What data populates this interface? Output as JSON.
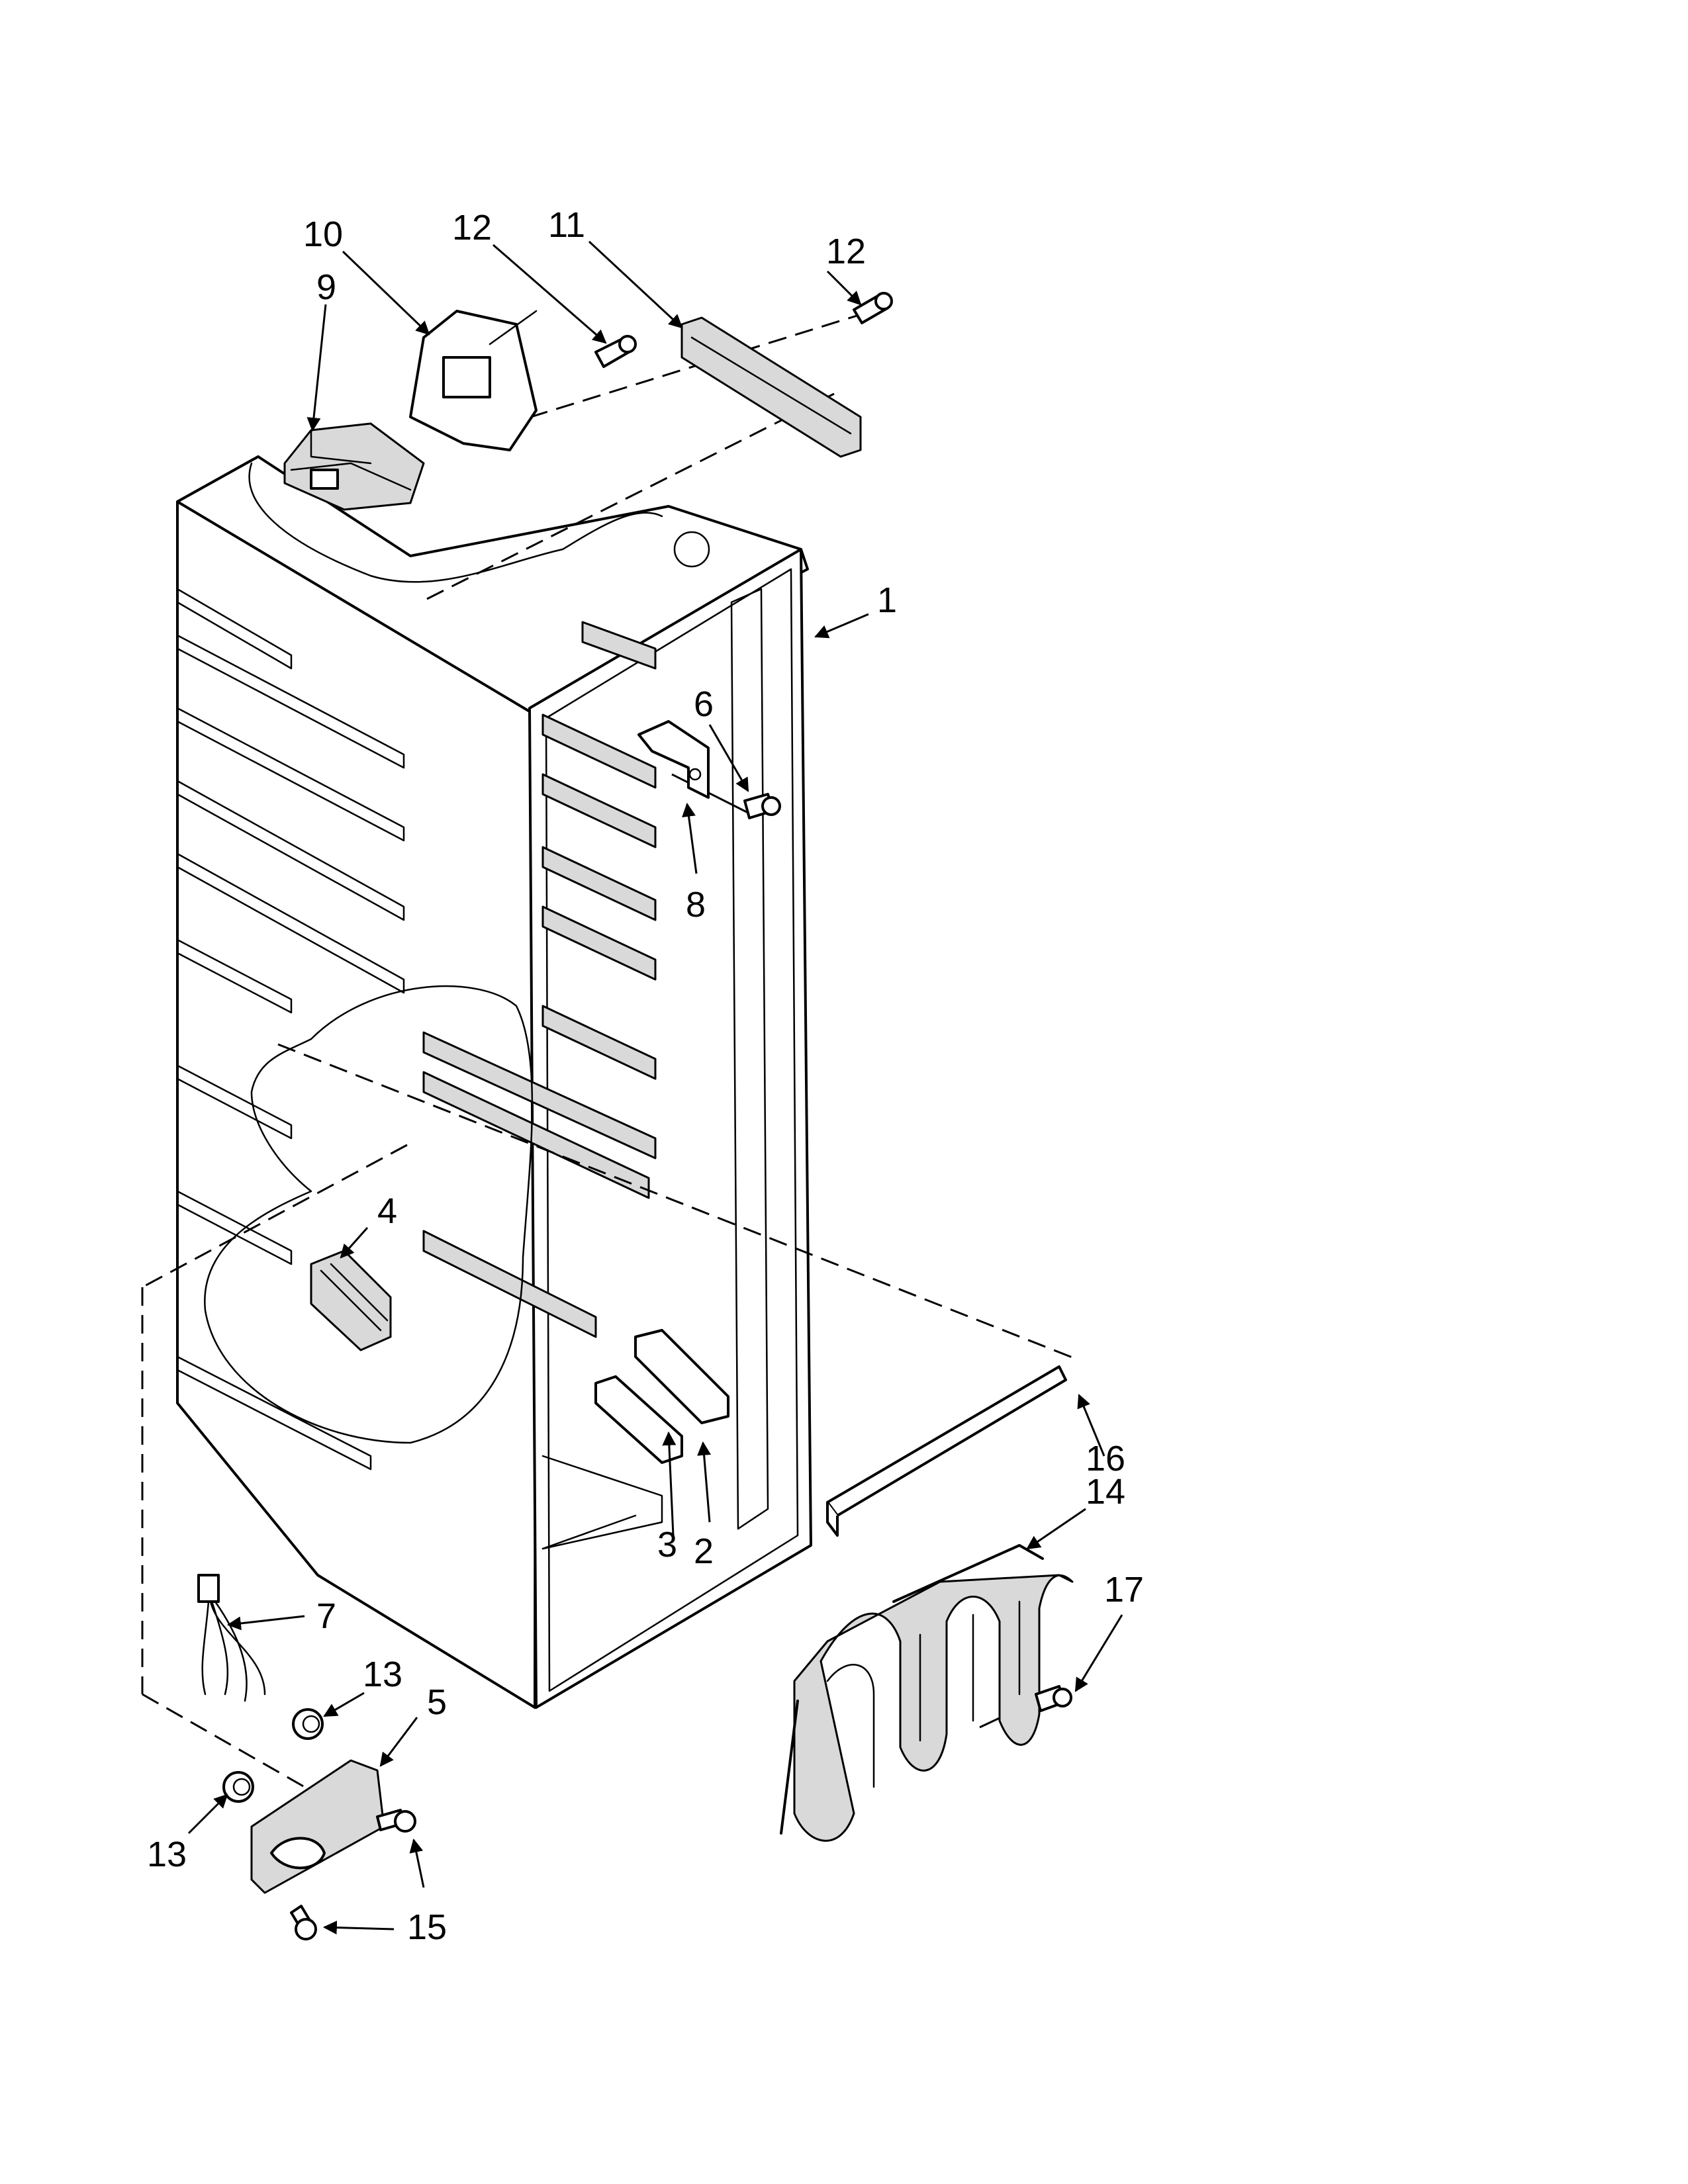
{
  "callouts": {
    "c1": "1",
    "c2": "2",
    "c3": "3",
    "c4": "4",
    "c5": "5",
    "c6": "6",
    "c7": "7",
    "c8": "8",
    "c9": "9",
    "c10": "10",
    "c11": "11",
    "c12a": "12",
    "c12b": "12",
    "c13a": "13",
    "c13b": "13",
    "c14": "14",
    "c15": "15",
    "c16": "16",
    "c17": "17"
  },
  "style": {
    "line_color": "#000000",
    "part_fill": "#d9d9d9",
    "background": "#ffffff"
  }
}
